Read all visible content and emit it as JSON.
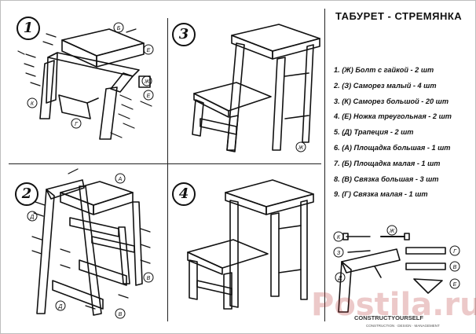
{
  "title": "ТАБУРЕТ - СТРЕМЯНКА",
  "steps": [
    "1",
    "2",
    "3",
    "4"
  ],
  "parts": [
    "1. (Ж) Болт с гайкой - 2 шт",
    "2. (З) Саморез малый - 4 шт",
    "3. (К) Саморез большой - 20 шт",
    "4. (Е) Ножка треугольная - 2 шт",
    "5. (Д) Трапеция - 2 шт",
    "6. (А) Площадка большая - 1 шт",
    "7. (Б) Площадка малая - 1 шт",
    "8. (В) Связка большая - 3 шт",
    "9. (Г) Связка малая - 1 шт"
  ],
  "part_letters": {
    "d1": [
      "Б",
      "Е",
      "Ж",
      "Е",
      "К",
      "Г"
    ],
    "d2": [
      "Д",
      "А",
      "В",
      "В",
      "Д"
    ],
    "d3": [
      "Ж"
    ],
    "legend": [
      "К",
      "Ж",
      "З",
      "Д",
      "Г",
      "В",
      "Е"
    ]
  },
  "watermark": "Postila.ru",
  "logo": "CONSTRUCTYOURSELF",
  "logo_sub": "CONSTRUCTION · DESIGN · MANAGEMENT"
}
